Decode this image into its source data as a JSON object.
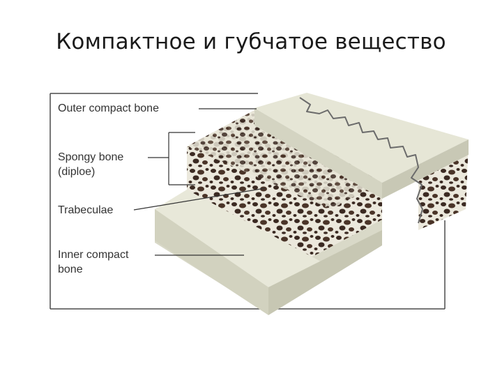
{
  "slide": {
    "title": "Компактное и губчатое вещество"
  },
  "diagram": {
    "labels": {
      "outer_compact": "Outer compact bone",
      "spongy_line1": "Spongy bone",
      "spongy_line2": "(diploe)",
      "trabeculae": "Trabeculae",
      "inner_line1": "Inner compact",
      "inner_line2": "bone"
    },
    "colors": {
      "frame": "#4a4a4a",
      "compact_bone_top": "#e6e6d6",
      "compact_bone_side": "#d4d4c2",
      "trabecular_matrix": "#ebe8dc",
      "marrow_cavity": "#3b2a22",
      "suture": "#6b6b6b"
    }
  }
}
